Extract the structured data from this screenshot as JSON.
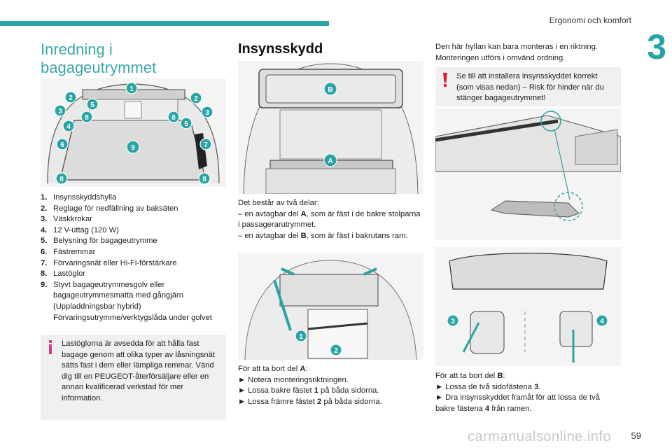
{
  "header": {
    "section": "Ergonomi och komfort",
    "chapter": "3"
  },
  "page_number": "59",
  "watermark": "carmanualsonline.info",
  "col1": {
    "title": "Inredning i bagageutrymmet",
    "items": [
      {
        "n": "1.",
        "text": "Insynsskyddshylla"
      },
      {
        "n": "2.",
        "text": "Reglage för nedfällning av baksäten"
      },
      {
        "n": "3.",
        "text": "Väskkrokar"
      },
      {
        "n": "4.",
        "text": "12 V-uttag (120 W)"
      },
      {
        "n": "5.",
        "text": "Belysning för bagageutrymme"
      },
      {
        "n": "6.",
        "text": "Fästremmar"
      },
      {
        "n": "7.",
        "text": "Förvaringsnät eller Hi-Fi-förstärkare"
      },
      {
        "n": "8.",
        "text": "Lastöglor"
      },
      {
        "n": "9.",
        "text": "Styvt bagageutrymmesgolv eller bagageutrymmesmatta med gångjärn (Uppladdningsbar hybrid) Förvaringsutrymme/verktygslåda under golvet"
      }
    ],
    "info": "Lastöglorna är avsedda för att hålla fast bagage genom att olika typer av låsningsnät sätts fast i dem eller lämpliga remmar. Vänd dig till en PEUGEOT-återförsäljare eller en annan kvalificerad verkstad för mer information."
  },
  "col2": {
    "title": "Insynsskydd",
    "intro": "Det består av två delar:",
    "part_a_prefix": "– en avtagbar del ",
    "part_a_letter": "A",
    "part_a_suffix": ", som är fäst i de bakre stolparna i passagerarutrymmet.",
    "part_b_prefix": "– en avtagbar del ",
    "part_b_letter": "B",
    "part_b_suffix": ", som är fäst i bakrutans ram.",
    "remove_a_prefix": "För att ta bort del ",
    "remove_a_letter": "A",
    "remove_a_suffix": ":",
    "step1": "► Notera monteringsriktningen.",
    "step2_prefix": "► Lossa bakre fästet ",
    "step2_num": "1",
    "step2_suffix": " på båda sidorna.",
    "step3_prefix": "► Lossa främre fästet ",
    "step3_num": "2",
    "step3_suffix": " på båda sidorna."
  },
  "col3": {
    "intro": "Den här hyllan kan bara monteras i en riktning. Monteringen utförs i omvänd ordning.",
    "warning": "Se till att installera insynsskyddet korrekt (som visas nedan) – Risk för hinder när du stänger bagageutrymmet!",
    "remove_b_prefix": "För att ta bort del ",
    "remove_b_letter": "B",
    "remove_b_suffix": ":",
    "step1_prefix": "► Lossa de två sidofästena ",
    "step1_num": "3",
    "step1_suffix": ".",
    "step2_prefix": "► Dra insynsskyddet framåt för att lossa de två bakre fästena ",
    "step2_num": "4",
    "step2_suffix": " från ramen."
  },
  "figure_labels": {
    "trunk": [
      "1",
      "2",
      "2",
      "3",
      "3",
      "4",
      "5",
      "5",
      "6",
      "7",
      "8",
      "8",
      "8",
      "8",
      "9"
    ],
    "shelf": [
      "B",
      "A"
    ],
    "clips": [
      "1",
      "2"
    ],
    "rear": [
      "3",
      "4"
    ]
  },
  "colors": {
    "accent": "#2ba4a6",
    "warning": "#e0232c",
    "info": "#d93a8c"
  }
}
